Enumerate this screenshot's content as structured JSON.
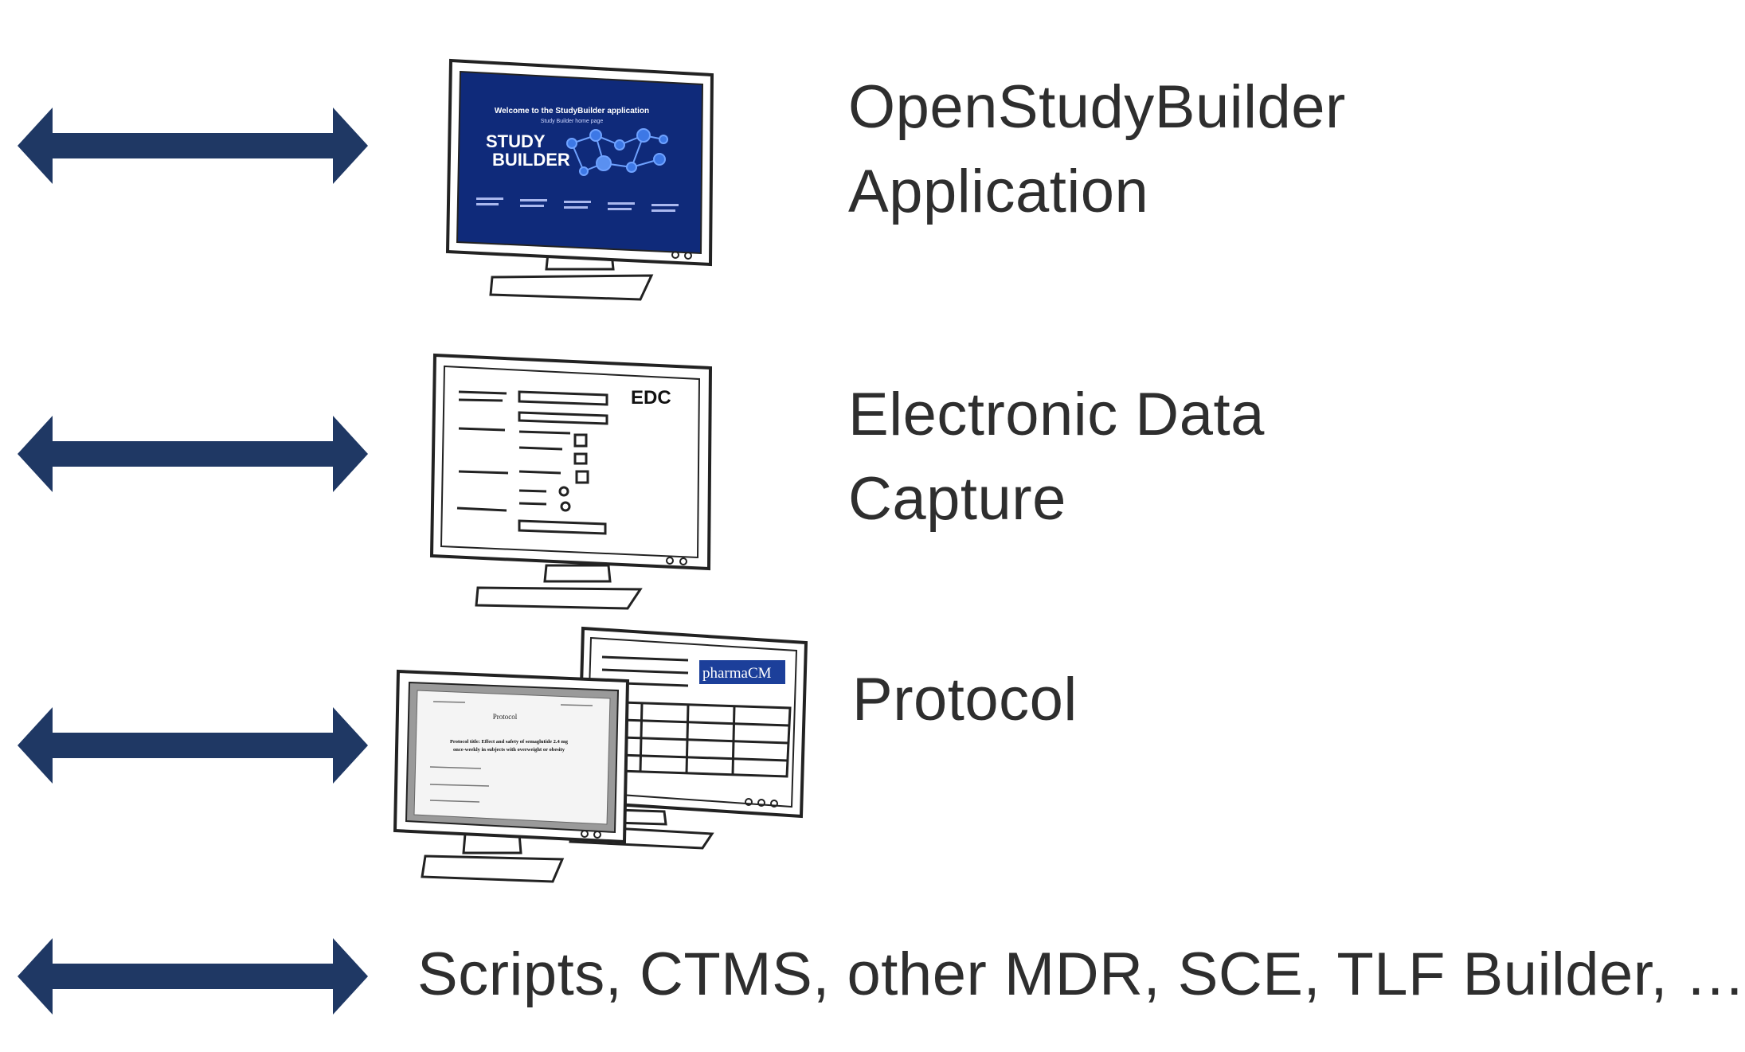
{
  "rows": [
    {
      "label_lines": [
        "OpenStudyBuilder",
        "Application"
      ],
      "screen": {
        "header": "Welcome to the StudyBuilder application",
        "subheader": "Study Builder home page",
        "logo_line1": "STUDY",
        "logo_line2": "BUILDER"
      }
    },
    {
      "label_lines": [
        "Electronic Data",
        "Capture"
      ],
      "screen": {
        "tag": "EDC"
      }
    },
    {
      "label_lines": [
        "Protocol"
      ],
      "screen": {
        "doc_title": "Protocol",
        "doc_line1": "Protocol title: Effect and safety of semaglutide 2.4 mg",
        "doc_line2": "once-weekly in subjects with overweight or obesity",
        "brand": "pharmaCM"
      }
    },
    {
      "label_lines": [
        "Scripts, CTMS, other MDR, SCE, TLF Builder, …"
      ]
    }
  ],
  "colors": {
    "arrow": "#1f3864",
    "screen_blue": "#102a7a",
    "text": "#2e2e2e",
    "outline": "#222222"
  }
}
